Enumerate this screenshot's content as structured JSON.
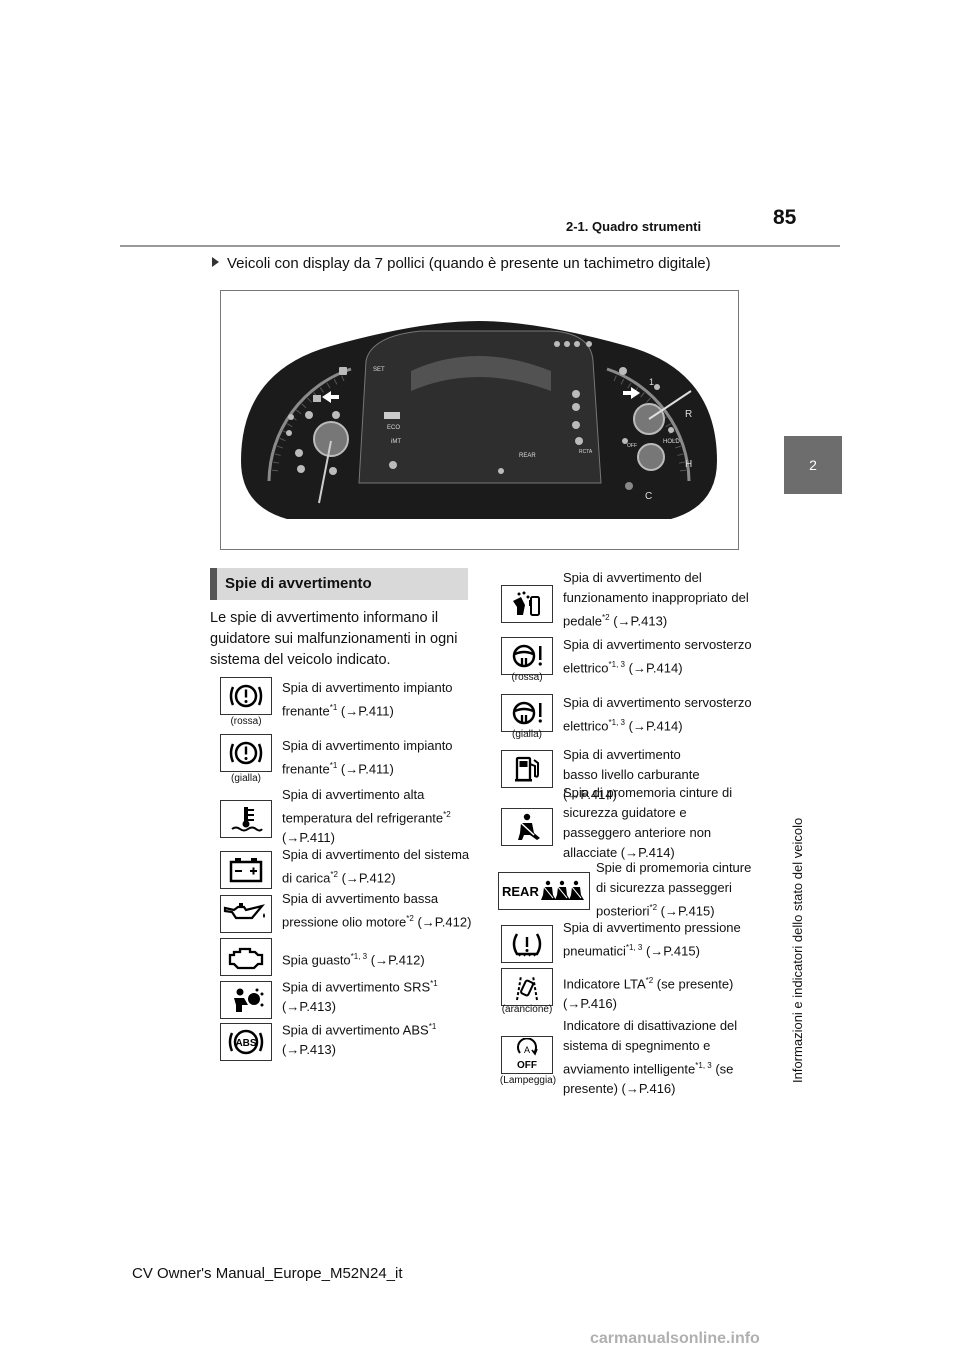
{
  "header": {
    "page_number": "85",
    "section": "2-1. Quadro strumenti",
    "tab_number": "2",
    "side_title": "Informazioni e indicatori dello stato del veicolo"
  },
  "subtitle": "Veicoli con display da 7 pollici (quando è presente un tachimetro digitale)",
  "cluster": {
    "set_label": "SET",
    "eco_label": "ECO",
    "imt_label": "iMT",
    "rear_label": "REAR",
    "hold_label": "HOLD",
    "rcta_label": "RCTA",
    "off_label": "OFF",
    "gear_1": "1",
    "gear_r": "R",
    "gear_h": "H",
    "gear_c": "C"
  },
  "heading": "Spie di avvertimento",
  "intro": "Le spie di avvertimento informano il guidatore sui malfunzionamenti in ogni sistema del veicolo indicato.",
  "left_items": [
    {
      "icon": "brake-warning-icon",
      "caption": "(rossa)",
      "text": "Spia di avvertimento impianto frenante",
      "sup": "*1",
      "ref": " (→P.411)"
    },
    {
      "icon": "brake-warning-icon",
      "caption": "(gialla)",
      "text": "Spia di avvertimento impianto frenante",
      "sup": "*1",
      "ref": " (→P.411)"
    },
    {
      "icon": "coolant-temp-icon",
      "caption": "",
      "text": "Spia di avvertimento alta temperatura del refrigerante",
      "sup": "*2",
      "ref": " (→P.411)"
    },
    {
      "icon": "battery-icon",
      "caption": "",
      "text": "Spia di avvertimento del sistema di carica",
      "sup": "*2",
      "ref": " (→P.412)"
    },
    {
      "icon": "oil-pressure-icon",
      "caption": "",
      "text": "Spia di avvertimento bassa pressione olio motore",
      "sup": "*2",
      "ref": " (→P.412)"
    },
    {
      "icon": "engine-malfunction-icon",
      "caption": "",
      "text": "Spia guasto",
      "sup": "*1, 3",
      "ref": " (→P.412)"
    },
    {
      "icon": "srs-airbag-icon",
      "caption": "",
      "text": "Spia di avvertimento SRS",
      "sup": "*1",
      "ref": " (→P.413)"
    },
    {
      "icon": "abs-icon",
      "caption": "",
      "text": "Spia di avvertimento ABS",
      "sup": "*1",
      "ref": " (→P.413)"
    }
  ],
  "right_items": [
    {
      "icon": "pedal-misoperation-icon",
      "caption": "",
      "text": "Spia di avvertimento del funzionamento inappropriato del pedale",
      "sup": "*2",
      "ref": " (→P.413)"
    },
    {
      "icon": "power-steering-icon",
      "caption": "(rossa)",
      "text": "Spia di avvertimento servosterzo elettrico",
      "sup": "*1, 3",
      "ref": " (→P.414)"
    },
    {
      "icon": "power-steering-icon",
      "caption": "(gialla)",
      "text": "Spia di avvertimento servosterzo elettrico",
      "sup": "*1, 3",
      "ref": " (→P.414)"
    },
    {
      "icon": "fuel-icon",
      "caption": "",
      "text": "Spia di avvertimento basso livello carburante (→P.414)",
      "sup": "",
      "ref": ""
    },
    {
      "icon": "seatbelt-icon",
      "caption": "",
      "text": "Spia di promemoria cinture di sicurezza guidatore e passeggero anteriore non allacciate (→P.414)",
      "sup": "",
      "ref": ""
    },
    {
      "icon": "rear-seatbelt-icon",
      "caption": "",
      "text": "Spie di promemoria cinture di sicurezza passeggeri posteriori",
      "sup": "*2",
      "ref": " (→P.415)"
    },
    {
      "icon": "tire-pressure-icon",
      "caption": "",
      "text": "Spia di avvertimento pressione pneumatici",
      "sup": "*1, 3",
      "ref": " (→P.415)"
    },
    {
      "icon": "lta-icon",
      "caption": "(arancione)",
      "text": "Indicatore LTA",
      "sup": "*2",
      "ref": " (se presente) (→P.416)"
    },
    {
      "icon": "stop-start-off-icon",
      "caption": "(Lampeggia)",
      "text": "Indicatore di disattivazione del sistema di spegnimento e avviamento intelligente",
      "sup": "*1, 3",
      "ref": " (se presente) (→P.416)"
    }
  ],
  "icon_labels": {
    "rear": "REAR",
    "a_off_a": "A",
    "a_off_off": "OFF",
    "abs": "ABS"
  },
  "footer": "CV Owner's Manual_Europe_M52N24_it",
  "watermark": "carmanualsonline.info"
}
